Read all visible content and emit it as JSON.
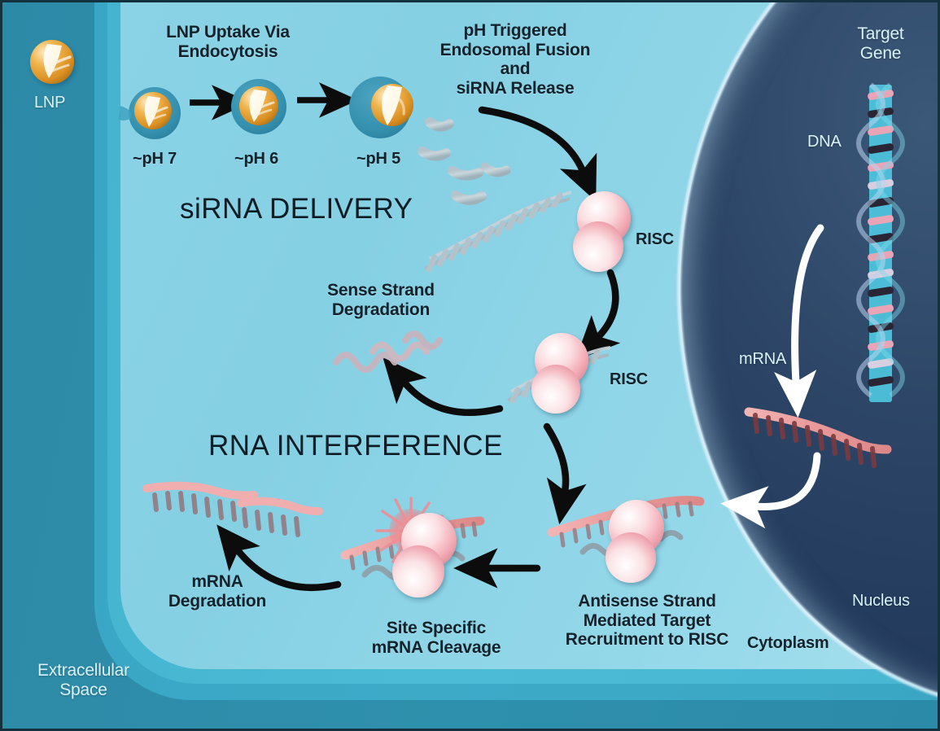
{
  "figure": {
    "title_delivery": "siRNA DELIVERY",
    "title_rnai": "RNA INTERFERENCE"
  },
  "colors": {
    "extracellular": "#2d8aa7",
    "membrane_outer": "#38a6c4",
    "membrane_mid": "#46b6d2",
    "cytoplasm": "#8ad3e6",
    "nucleus": "#2d4667",
    "lnp": "#e8a53a",
    "risc": "#f2b9bf",
    "mrna": "#e79a9a",
    "dna_cyan": "#4fc7e0",
    "dna_pink": "#e8a0b4",
    "arrow_dark": "#111111",
    "arrow_light": "#ffffff",
    "text_dark": "#14232b",
    "text_light": "#d9f2f8"
  },
  "labels": {
    "lnp": "LNP",
    "lnp_uptake": "LNP Uptake Via\nEndocytosis",
    "ph7": "~pH 7",
    "ph6": "~pH 6",
    "ph5": "~pH 5",
    "ph_trigger": "pH Triggered\nEndosomal Fusion\nand\nsiRNA Release",
    "risc_top": "RISC",
    "risc_mid": "RISC",
    "sense_strand": "Sense Strand\nDegradation",
    "mrna_degradation": "mRNA\nDegradation",
    "site_specific": "Site Specific\nmRNA Cleavage",
    "antisense": "Antisense Strand\nMediated Target\nRecruitment to RISC",
    "cytoplasm": "Cytoplasm",
    "extracellular": "Extracellular\nSpace",
    "nucleus": "Nucleus",
    "target_gene": "Target\nGene",
    "dna": "DNA",
    "mrna": "mRNA"
  },
  "steps": [
    {
      "id": "lnp-free",
      "label": "LNP"
    },
    {
      "id": "endosome-ph7",
      "label": "~pH 7"
    },
    {
      "id": "endosome-ph6",
      "label": "~pH 6"
    },
    {
      "id": "endosome-ph5",
      "label": "~pH 5"
    },
    {
      "id": "sirna-release",
      "label": "pH Triggered Endosomal Fusion and siRNA Release"
    },
    {
      "id": "risc-load",
      "label": "RISC"
    },
    {
      "id": "risc-duplex",
      "label": "RISC"
    },
    {
      "id": "sense-degrade",
      "label": "Sense Strand Degradation"
    },
    {
      "id": "target-recruit",
      "label": "Antisense Strand Mediated Target Recruitment to RISC"
    },
    {
      "id": "cleavage",
      "label": "Site Specific mRNA Cleavage"
    },
    {
      "id": "mrna-degrade",
      "label": "mRNA Degradation"
    }
  ],
  "chart_data": {
    "type": "diagram",
    "title": "siRNA Delivery and RNA Interference Pathway",
    "compartments": [
      "Extracellular Space",
      "Cytoplasm",
      "Nucleus"
    ],
    "entities": [
      "LNP",
      "Endosome",
      "siRNA duplex",
      "RISC",
      "mRNA",
      "DNA",
      "Target Gene"
    ],
    "pathway": [
      "LNP in extracellular space",
      "LNP uptake via endocytosis (~pH 7)",
      "Endosome acidification (~pH 6)",
      "Endosome acidification (~pH 5)",
      "pH triggered endosomal fusion and siRNA release",
      "siRNA duplex loads into RISC",
      "Sense strand degradation",
      "Antisense strand mediated target recruitment to RISC",
      "Site specific mRNA cleavage",
      "mRNA degradation"
    ],
    "nucleus_pathway": [
      "Target Gene on DNA",
      "transcription to mRNA",
      "mRNA export to cytoplasm"
    ]
  }
}
